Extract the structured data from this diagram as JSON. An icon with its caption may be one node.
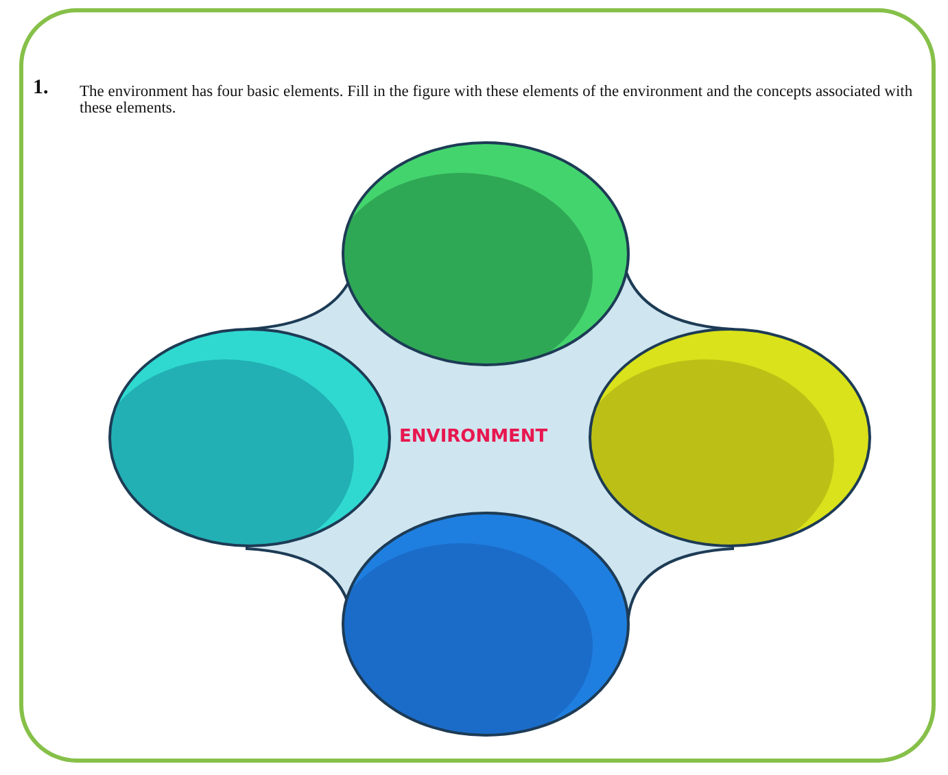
{
  "diagram": {
    "nodes": [
      {
        "text": [
          "ENVIRONMENT"
        ]
      },
      {
        "text": [],
        "shape": "circle"
      },
      {
        "text": [],
        "shape": "circle"
      },
      {
        "text": [],
        "shape": "circle"
      },
      {
        "text": [],
        "shape": "circle"
      }
    ],
    "labels": [
      "1.",
      "The environment has four basic elements. Fill in the figure with these elements of the environment and the concepts associated with these elements."
    ]
  }
}
